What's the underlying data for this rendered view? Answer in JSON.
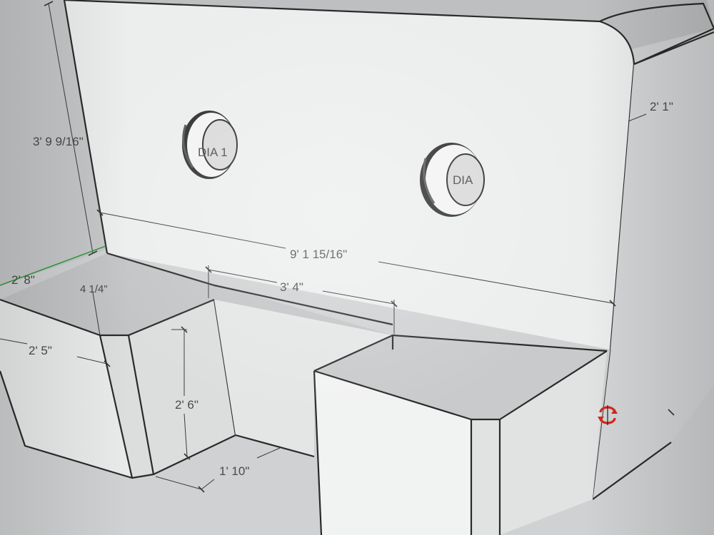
{
  "dimensions": {
    "back_height": "3' 9 9/16\"",
    "side_depth": "2' 1\"",
    "overall_width": "9' 1 15/16\"",
    "left_width": "2' 8\"",
    "bench_front": "4 1/4\"",
    "center_gap": "3' 4\"",
    "left_depth": "2' 5\"",
    "seat_height": "2' 6\"",
    "toe_depth": "1' 10\""
  },
  "holes": {
    "left_label": "DIA 1",
    "right_label": "DIA"
  },
  "icons": {
    "orbit_cursor": "orbit-cursor-icon",
    "orbit_color": "#d8281e"
  },
  "colors": {
    "background": "#cfd1d2",
    "panel_light": "#eef0f0",
    "panel_shade": "#c9cbcc",
    "edge": "#2a2a2a"
  }
}
